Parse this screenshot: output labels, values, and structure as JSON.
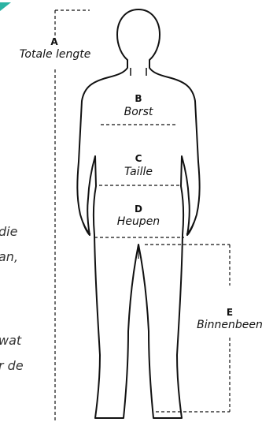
{
  "measurements": {
    "a": {
      "letter": "A",
      "label": "Totale lengte"
    },
    "b": {
      "letter": "B",
      "label": "Borst"
    },
    "c": {
      "letter": "C",
      "label": "Taille"
    },
    "d": {
      "letter": "D",
      "label": "Heupen"
    },
    "e": {
      "letter": "E",
      "label": "Binnenbeen"
    }
  },
  "cropped_text": [
    "die",
    "an,",
    "wat",
    "r de"
  ],
  "colors": {
    "ink": "#111111",
    "accent_corner": "#2bb3a3",
    "side_text": "#333333"
  }
}
